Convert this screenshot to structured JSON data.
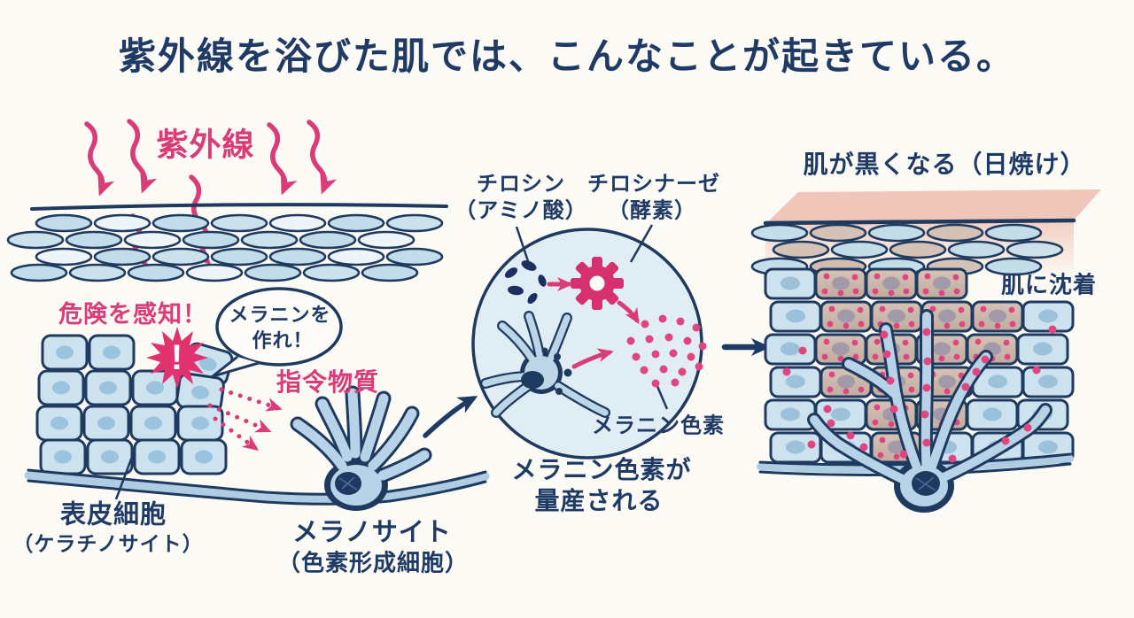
{
  "title": "紫外線を浴びた肌では、こんなことが起きている。",
  "colors": {
    "navy": "#203a66",
    "pink": "#d93d78",
    "cell_blue": "#cde2ef",
    "nucleus_blue": "#9ac3de",
    "tan_cell": "#ccb6aa",
    "slab_pink": "#efc6b9",
    "melanin_dot": "#e0457f",
    "background": "#fcfaf4"
  },
  "left": {
    "uv": "紫外線",
    "danger": "危険を感知！",
    "alert": "!",
    "bubble1": "メラニンを",
    "bubble2": "作れ！",
    "signal": "指令物質",
    "kera1": "表皮細胞",
    "kera2": "（ケラチノサイト）",
    "mela1": "メラノサイト",
    "mela2": "（色素形成細胞）"
  },
  "center": {
    "tyrosine1": "チロシン",
    "tyrosine2": "（アミノ酸）",
    "tyrosinase1": "チロシナーゼ",
    "tyrosinase2": "（酵素）",
    "melanin": "メラニン色素",
    "caption1": "メラニン色素が",
    "caption2": "量産される"
  },
  "right": {
    "result": "肌が黒くなる（日焼け）",
    "deposit": "肌に沈着"
  }
}
